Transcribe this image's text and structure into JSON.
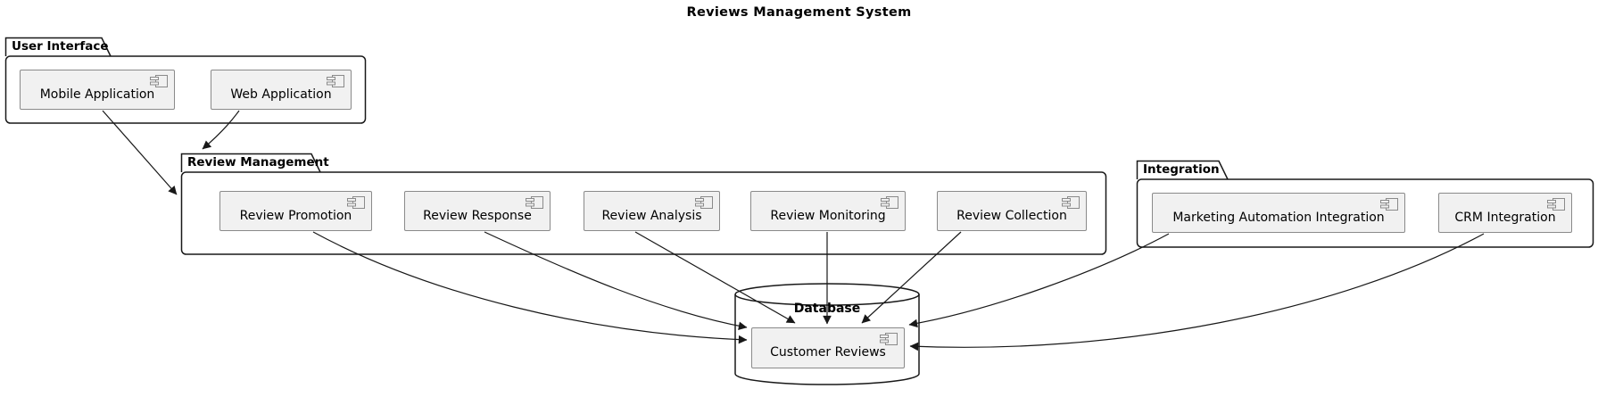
{
  "title": "Reviews Management System",
  "colors": {
    "background": "#FFFFFF",
    "line": "#181818",
    "component_fill": "#F1F1F1",
    "component_border": "#8A8A8A",
    "text": "#000000"
  },
  "icons": {
    "component": "component-icon (rectangle with two side tabs)"
  },
  "packages": [
    {
      "name": "User Interface",
      "components": [
        {
          "label": "Mobile Application"
        },
        {
          "label": "Web Application"
        }
      ]
    },
    {
      "name": "Review Management",
      "components": [
        {
          "label": "Review Promotion"
        },
        {
          "label": "Review Response"
        },
        {
          "label": "Review Analysis"
        },
        {
          "label": "Review Monitoring"
        },
        {
          "label": "Review Collection"
        }
      ]
    },
    {
      "name": "Integration",
      "components": [
        {
          "label": "Marketing Automation Integration"
        },
        {
          "label": "CRM Integration"
        }
      ]
    }
  ],
  "database": {
    "name": "Database",
    "components": [
      {
        "label": "Customer Reviews"
      }
    ]
  },
  "edges": [
    {
      "from": "Mobile Application",
      "to": "Review Management"
    },
    {
      "from": "Web Application",
      "to": "Review Management"
    },
    {
      "from": "Review Promotion",
      "to": "Customer Reviews"
    },
    {
      "from": "Review Response",
      "to": "Customer Reviews"
    },
    {
      "from": "Review Analysis",
      "to": "Customer Reviews"
    },
    {
      "from": "Review Monitoring",
      "to": "Customer Reviews"
    },
    {
      "from": "Review Collection",
      "to": "Customer Reviews"
    },
    {
      "from": "Marketing Automation Integration",
      "to": "Customer Reviews"
    },
    {
      "from": "CRM Integration",
      "to": "Customer Reviews"
    }
  ]
}
